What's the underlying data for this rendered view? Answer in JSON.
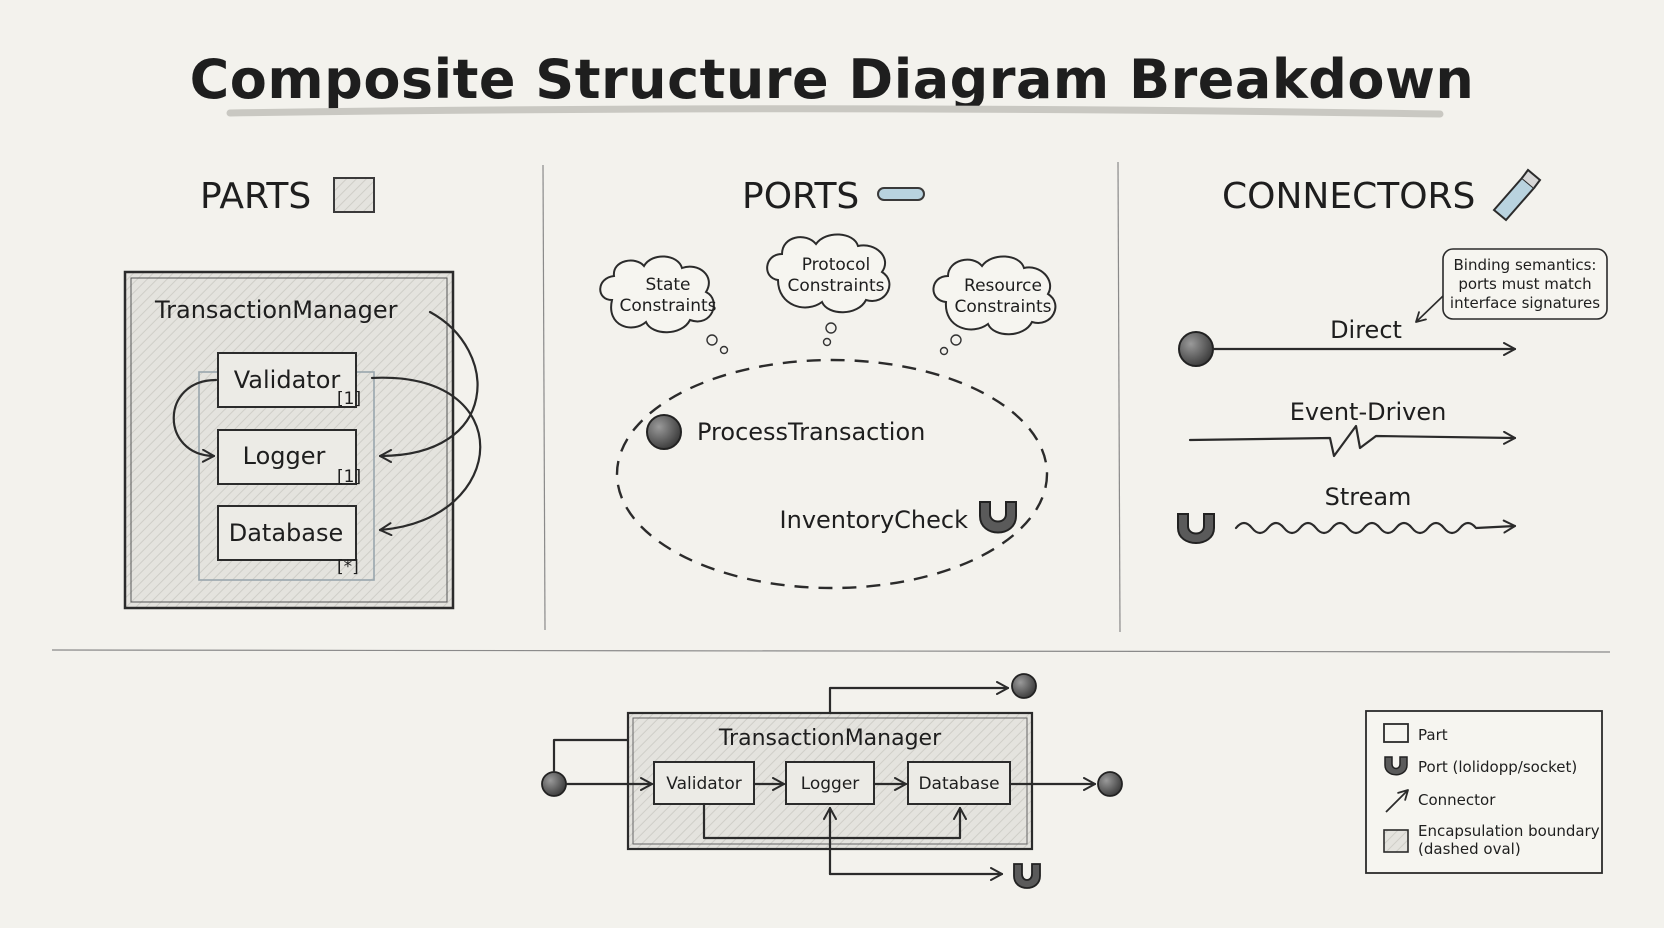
{
  "title": "Composite Structure Diagram Breakdown",
  "sections": {
    "parts": {
      "heading": "PARTS",
      "container": "TransactionManager",
      "items": [
        {
          "label": "Validator",
          "multiplicity": "[1]"
        },
        {
          "label": "Logger",
          "multiplicity": "[1]"
        },
        {
          "label": "Database",
          "multiplicity": "[*]"
        }
      ]
    },
    "ports": {
      "heading": "PORTS",
      "clouds": [
        {
          "line1": "State",
          "line2": "Constraints"
        },
        {
          "line1": "Protocol",
          "line2": "Constraints"
        },
        {
          "line1": "Resource",
          "line2": "Constraints"
        }
      ],
      "provided_port": "ProcessTransaction",
      "required_port": "InventoryCheck"
    },
    "connectors": {
      "heading": "CONNECTORS",
      "note": {
        "line1": "Binding semantics:",
        "line2": "ports must match",
        "line3": "interface signatures"
      },
      "types": [
        "Direct",
        "Event-Driven",
        "Stream"
      ]
    }
  },
  "bottom": {
    "container": "TransactionManager",
    "parts": [
      "Validator",
      "Logger",
      "Database"
    ]
  },
  "legend": {
    "items": [
      {
        "icon": "square-icon",
        "label": "Part"
      },
      {
        "icon": "socket-icon",
        "label": "Port (lolidopp/socket)"
      },
      {
        "icon": "connector-line-icon",
        "label": "Connector"
      },
      {
        "icon": "hatched-square-icon",
        "label": "Encapsulation boundary",
        "label2": "(dashed oval)"
      }
    ]
  }
}
